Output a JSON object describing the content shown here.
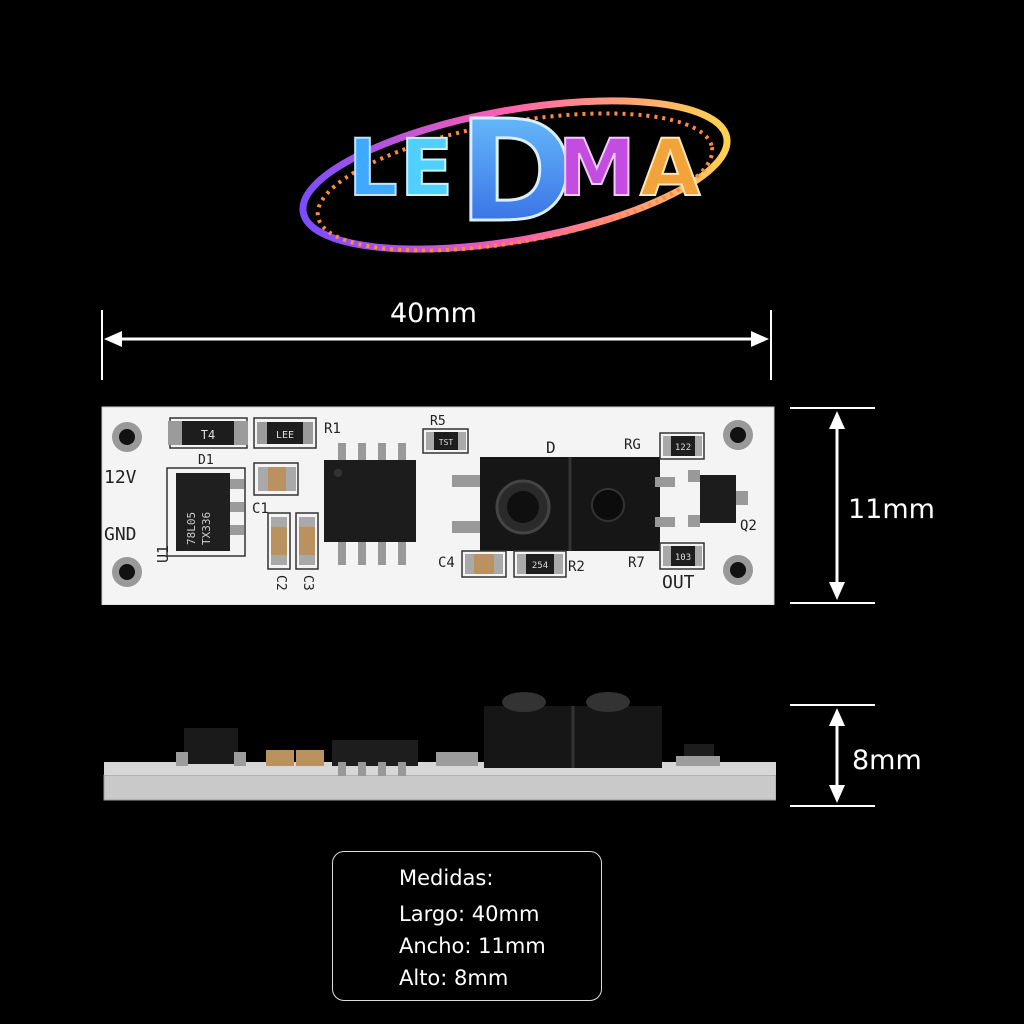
{
  "brand": {
    "logo_text": "LEDMA",
    "letters": [
      "L",
      "E",
      "D",
      "M",
      "A"
    ],
    "colors": {
      "l": "#3fa8ff",
      "e": "#4fd0ff",
      "d": "#2d7fe0",
      "m": "#c24de0",
      "a": "#f2a33a",
      "ring_a": "#7a4dff",
      "ring_b": "#ff5fb0",
      "ring_c": "#ffd34d"
    }
  },
  "dimensions": {
    "length": "40mm",
    "width": "11mm",
    "height": "8mm"
  },
  "pcb": {
    "silkscreen": {
      "v12": "12V",
      "gnd": "GND",
      "out": "OUT",
      "d1": "D1",
      "r1": "R1",
      "r5": "R5",
      "d": "D",
      "rg": "RG",
      "c1": "C1",
      "c2": "C2",
      "c3": "C3",
      "c4": "C4",
      "r2": "R2",
      "r7": "R7",
      "q2": "Q2",
      "u1": "U1"
    },
    "chip_marks": {
      "regulator_line1": "78L05",
      "regulator_line2": "TX336",
      "diode": "T4",
      "r_lee": "LEE",
      "r5_code": "TST",
      "rg_code": "122",
      "r2_code": "254",
      "r7_code": "103"
    }
  },
  "info_box": {
    "title": "Medidas:",
    "length_line": "Largo: 40mm",
    "width_line": "Ancho: 11mm",
    "height_line": "Alto: 8mm"
  }
}
